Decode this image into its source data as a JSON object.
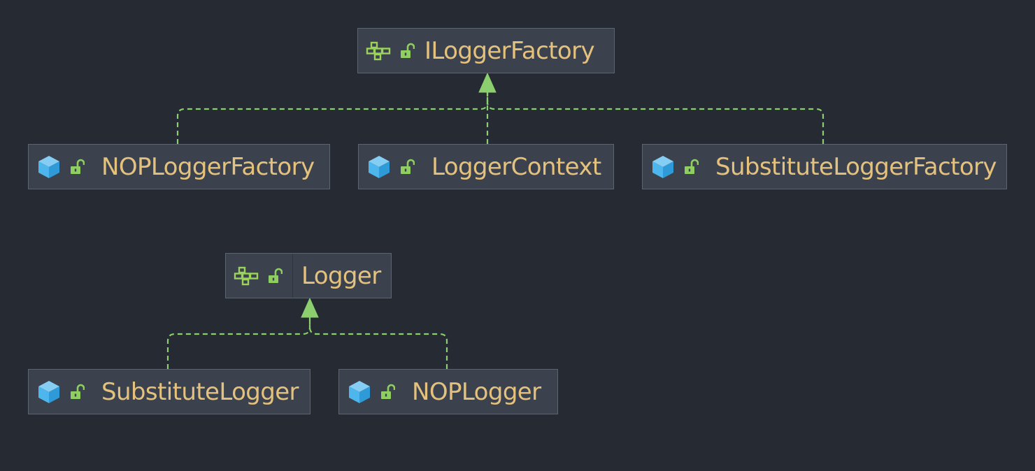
{
  "diagram": {
    "colors": {
      "background": "#262a32",
      "node_fill": "#3c424d",
      "node_border": "#5d6470",
      "label": "#e4c27d",
      "class_icon": "#4db6ec",
      "interface_icon": "#9bd35b",
      "lock_icon": "#8fcf62",
      "realization_edge": "#8ccf6e"
    },
    "nodes": [
      {
        "id": "ILoggerFactory",
        "label": "ILoggerFactory",
        "kind": "interface",
        "icon": "interface-icon",
        "visibility_icon": "unlock-icon"
      },
      {
        "id": "NOPLoggerFactory",
        "label": "NOPLoggerFactory",
        "kind": "class",
        "icon": "class-icon",
        "visibility_icon": "unlock-icon"
      },
      {
        "id": "LoggerContext",
        "label": "LoggerContext",
        "kind": "class",
        "icon": "class-icon",
        "visibility_icon": "unlock-icon"
      },
      {
        "id": "SubstituteLoggerFactory",
        "label": "SubstituteLoggerFactory",
        "kind": "class",
        "icon": "class-icon",
        "visibility_icon": "unlock-icon"
      },
      {
        "id": "Logger",
        "label": "Logger",
        "kind": "interface",
        "icon": "interface-icon",
        "visibility_icon": "unlock-icon"
      },
      {
        "id": "SubstituteLogger",
        "label": "SubstituteLogger",
        "kind": "class",
        "icon": "class-icon",
        "visibility_icon": "unlock-icon"
      },
      {
        "id": "NOPLogger",
        "label": "NOPLogger",
        "kind": "class",
        "icon": "class-icon",
        "visibility_icon": "unlock-icon"
      }
    ],
    "edges": [
      {
        "from": "NOPLoggerFactory",
        "to": "ILoggerFactory",
        "type": "realization"
      },
      {
        "from": "LoggerContext",
        "to": "ILoggerFactory",
        "type": "realization"
      },
      {
        "from": "SubstituteLoggerFactory",
        "to": "ILoggerFactory",
        "type": "realization"
      },
      {
        "from": "SubstituteLogger",
        "to": "Logger",
        "type": "realization"
      },
      {
        "from": "NOPLogger",
        "to": "Logger",
        "type": "realization"
      }
    ]
  }
}
